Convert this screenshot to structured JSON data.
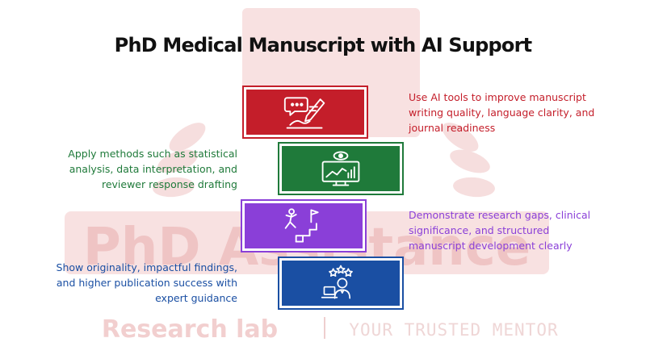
{
  "title": "PhD Medical Manuscript with AI Support",
  "watermark": {
    "brand_main": "PhD Assistance",
    "brand_sub": "Research lab",
    "tagline": "YOUR TRUSTED MENTOR",
    "color": "#f6d9d9"
  },
  "steps": [
    {
      "color": "#c41e2a",
      "icon": "writing-chat-icon",
      "side": "right",
      "text_color": "#c41e2a",
      "lines": [
        "Use AI tools to improve manuscript",
        "writing quality, language clarity, and",
        "journal readiness"
      ]
    },
    {
      "color": "#1f7a3a",
      "icon": "monitor-analytics-icon",
      "side": "left",
      "text_color": "#1f7a3a",
      "lines": [
        "Apply methods such as statistical",
        "analysis, data interpretation, and",
        "reviewer response drafting"
      ]
    },
    {
      "color": "#8a3fd8",
      "icon": "climbing-stairs-goal-icon",
      "side": "right",
      "text_color": "#8a3fd8",
      "lines": [
        "Demonstrate research gaps, clinical",
        "significance, and structured",
        "manuscript development clearly"
      ]
    },
    {
      "color": "#1a4fa3",
      "icon": "expert-stars-laptop-icon",
      "side": "left",
      "text_color": "#1a4fa3",
      "lines": [
        "Show originality, impactful findings,",
        "and higher publication success with",
        "expert guidance"
      ]
    }
  ]
}
